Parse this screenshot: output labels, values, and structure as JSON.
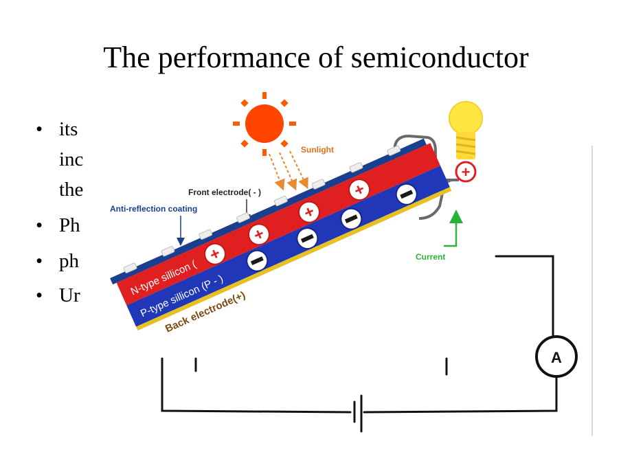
{
  "slide": {
    "title": "The performance of semiconductor",
    "bullets": [
      {
        "lines": [
          "its",
          "inc",
          "the"
        ]
      },
      {
        "lines": [
          "Ph"
        ]
      },
      {
        "lines": [
          "ph"
        ]
      },
      {
        "lines": [
          "Ur"
        ]
      }
    ],
    "bullet_symbol": "•"
  },
  "figure": {
    "labels": {
      "sunlight": "Sunlight",
      "front_electrode": "Front electrode( - )",
      "anti_reflection": "Anti-reflection coating",
      "n_type": "N-type sillicon (",
      "p_type": "P-type sillicon (P - )",
      "back_electrode": "Back electrode(+)",
      "current": "Current",
      "ammeter": "A"
    },
    "charges": {
      "plus": "+",
      "minus": "−"
    },
    "colors": {
      "sun": "#ff4400",
      "sun_rays": "#ff5a00",
      "sunlight_text": "#e07020",
      "arrow_orange": "#e88a30",
      "n_layer": "#e02020",
      "p_layer": "#2038b8",
      "back_layer": "#e8c020",
      "label_blue": "#1b3f8f",
      "current_green": "#27b23a",
      "bulb": "#ffe640",
      "wire": "#6a6a6a"
    }
  }
}
